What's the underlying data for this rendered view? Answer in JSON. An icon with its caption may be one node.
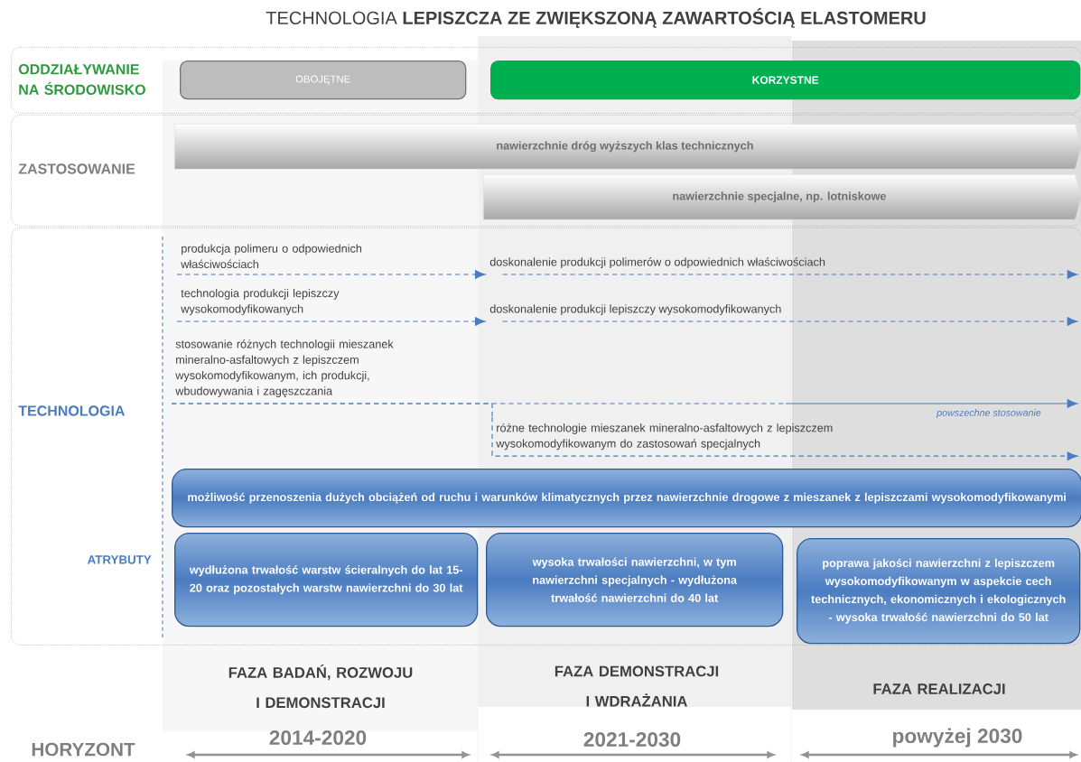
{
  "diagram": {
    "title": "TECHNOLOGIA **LEPISZCZA ZE ZWIĘKSZONĄ ZAWARTOŚCIĄ ELASTOMERU**",
    "nodes": [
      {
        "text": [
          "ODDZIAŁYWANIE NA ŚRODOWISKO"
        ]
      },
      {
        "text": [
          "OBOJĘTNE"
        ],
        "in": 0
      },
      {
        "text": [
          "KORZYSTNE"
        ],
        "in": 0
      },
      {
        "text": [
          "ZASTOSOWANIE"
        ]
      },
      {
        "text": [
          "nawierzchnie dróg wyższych klas technicznych"
        ],
        "in": 3
      },
      {
        "text": [
          "nawierzchnie specjalne, np. lotniskowe"
        ],
        "in": 3
      },
      {
        "text": [
          "TECHNOLOGIA",
          "ATRYBUTY"
        ]
      },
      {
        "text": [
          "produkcja polimeru o odpowiednich właściwościach"
        ],
        "in": 6
      },
      {
        "text": [
          "doskonalenie produkcji polimerów o odpowiednich właściwościach"
        ],
        "in": 6
      },
      {
        "text": [
          "technologia produkcji lepiszczy wysokomodyfikowanych"
        ],
        "in": 6
      },
      {
        "text": [
          "doskonalenie produkcji lepiszczy wysokomodyfikowanych"
        ],
        "in": 6
      },
      {
        "text": [
          "stosowanie różnych technologii mieszanek mineralno-asfaltowych z lepiszczem wysokomodyfikowanym, ich produkcji, wbudowywania i zagęszczania"
        ],
        "in": 6
      },
      {
        "text": [
          "różne technologie mieszanek mineralno-asfaltowych z lepiszczem wysokomodyfikowanym do zastosowań specjalnych"
        ],
        "in": 6
      },
      {
        "text": [
          "możliwość przenoszenia dużych obciążeń od ruchu i warunków klimatycznych przez nawierzchnie drogowe z mieszanek z lepiszczami wysokomodyfikowanymi"
        ],
        "in": 6
      },
      {
        "text": [
          "wydłużona trwałość warstw ścieralnych do lat 15-20 oraz pozostałych warstw nawierzchni do 30 lat"
        ],
        "in": 6
      },
      {
        "text": [
          "wysoka trwałości nawierzchni, w tym nawierzchni specjalnych - wydłużona trwałość nawierzchni do 40 lat"
        ],
        "in": 6
      },
      {
        "text": [
          "poprawa jakości nawierzchni z lepiszczem wysokomodyfikowanym w aspekcie cech technicznych, ekonomicznych i ekologicznych - wysoka trwałość nawierzchni do 50 lat"
        ],
        "in": 6
      }
    ],
    "edges": [
      {
        "from": 7,
        "to": 8,
        "arrow": "to",
        "style": "dashed"
      },
      {
        "from": 8,
        "to": null,
        "arrow": "to",
        "style": "dashed"
      },
      {
        "from": 9,
        "to": 10,
        "arrow": "to",
        "style": "dashed"
      },
      {
        "from": 10,
        "to": null,
        "arrow": "to",
        "style": "dashed"
      },
      {
        "from": 11,
        "to": null,
        "arrow": "to",
        "style": "dashed",
        "label": "powszechne stosowanie"
      },
      {
        "from": 11,
        "to": 12,
        "arrow": "none",
        "style": "dashed"
      },
      {
        "from": 12,
        "to": null,
        "arrow": "to",
        "style": "dashed"
      }
    ],
    "labels": [
      "FAZA BADAŃ, ROZWOJU I DEMONSTRACJI",
      "FAZA DEMONSTRACJI I WDRAŻANIA",
      "FAZA REALIZACJI",
      "HORYZONT",
      "2014-2020",
      "2021-2030",
      "powyżej 2030"
    ]
  }
}
